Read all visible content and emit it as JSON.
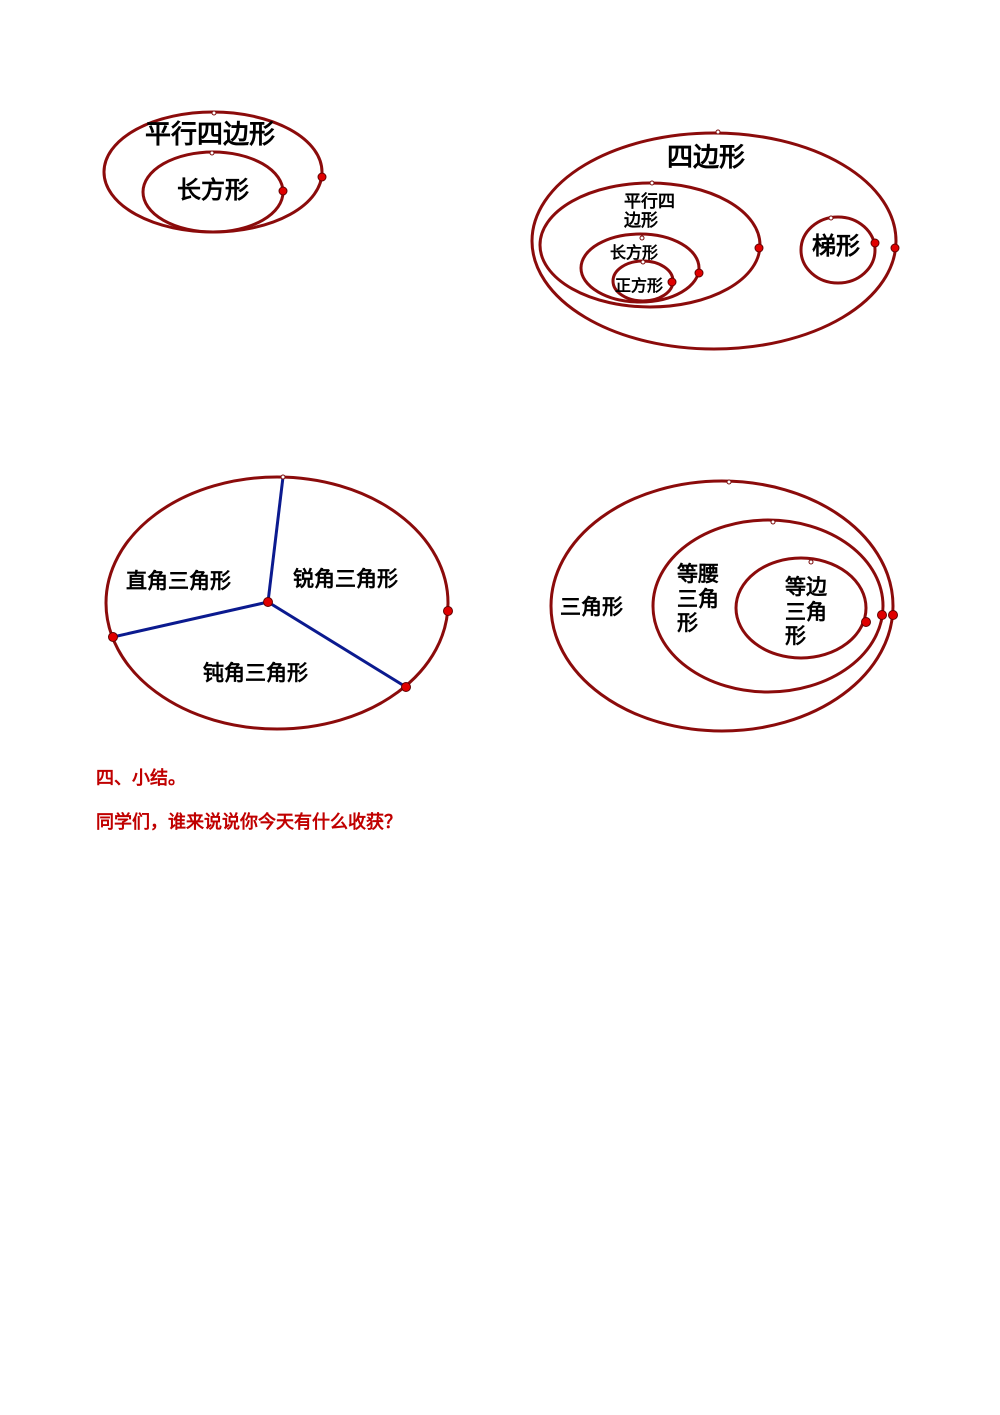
{
  "diagrams": {
    "parallelogram_rect": {
      "outer": "平行四边形",
      "inner": "长方形"
    },
    "quadrilaterals": {
      "outer": "四边形",
      "parallelogram_line1": "平行四",
      "parallelogram_line2": "边形",
      "rectangle": "长方形",
      "square": "正方形",
      "trapezoid": "梯形"
    },
    "triangle_by_angle": {
      "right": "直角三角形",
      "acute": "锐角三角形",
      "obtuse": "钝角三角形"
    },
    "triangle_by_side": {
      "outer": "三角形",
      "isosceles_line1": "等腰",
      "isosceles_line2": "三角",
      "isosceles_line3": "形",
      "equilateral_line1": "等边",
      "equilateral_line2": "三角",
      "equilateral_line3": "形"
    }
  },
  "section": {
    "heading": "四、小结。",
    "prompt": "同学们，谁来说说你今天有什么收获？"
  },
  "colors": {
    "ellipse": "#8b0b0b",
    "ray": "#0b1a8f",
    "point": "#e00000",
    "section_text": "#c00000"
  }
}
